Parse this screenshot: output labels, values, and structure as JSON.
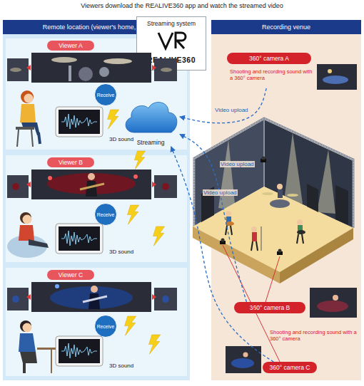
{
  "diagram": {
    "title": "Viewers download the REALIVE360 app and watch the streamed video",
    "nodes": [
      {
        "text": [
          "Remote location (viewer's home, etc.)"
        ]
      },
      {
        "text": [
          "Viewer A",
          "3D sound"
        ],
        "in": 0
      },
      {
        "text": [
          "Receive"
        ],
        "in": 1
      },
      {
        "text": [
          "Viewer B",
          "3D sound"
        ],
        "in": 0
      },
      {
        "text": [
          "Receive"
        ],
        "in": 3
      },
      {
        "text": [
          "Viewer C",
          "3D sound"
        ],
        "in": 0
      },
      {
        "text": [
          "Receive"
        ],
        "in": 5
      },
      {
        "text": [
          "Streaming system",
          "REALIVE360"
        ]
      },
      {
        "text": [
          "Streaming"
        ]
      },
      {
        "text": [
          "Recording venue"
        ]
      },
      {
        "text": [
          "360° camera A",
          "Shooting and recording sound with a 360° camera"
        ],
        "in": 9
      },
      {
        "text": [
          "360° camera B",
          "Shooting and recording sound with a 360° camera"
        ],
        "in": 9
      },
      {
        "text": [
          "360° camera C"
        ],
        "in": 9
      }
    ],
    "edges": [
      {
        "from": 10,
        "to": 8,
        "arrow": "to",
        "label": "Video upload"
      },
      {
        "from": 11,
        "to": 8,
        "arrow": "to",
        "label": "Video upload"
      },
      {
        "from": 12,
        "to": 8,
        "arrow": "to",
        "label": "Video upload"
      }
    ]
  }
}
